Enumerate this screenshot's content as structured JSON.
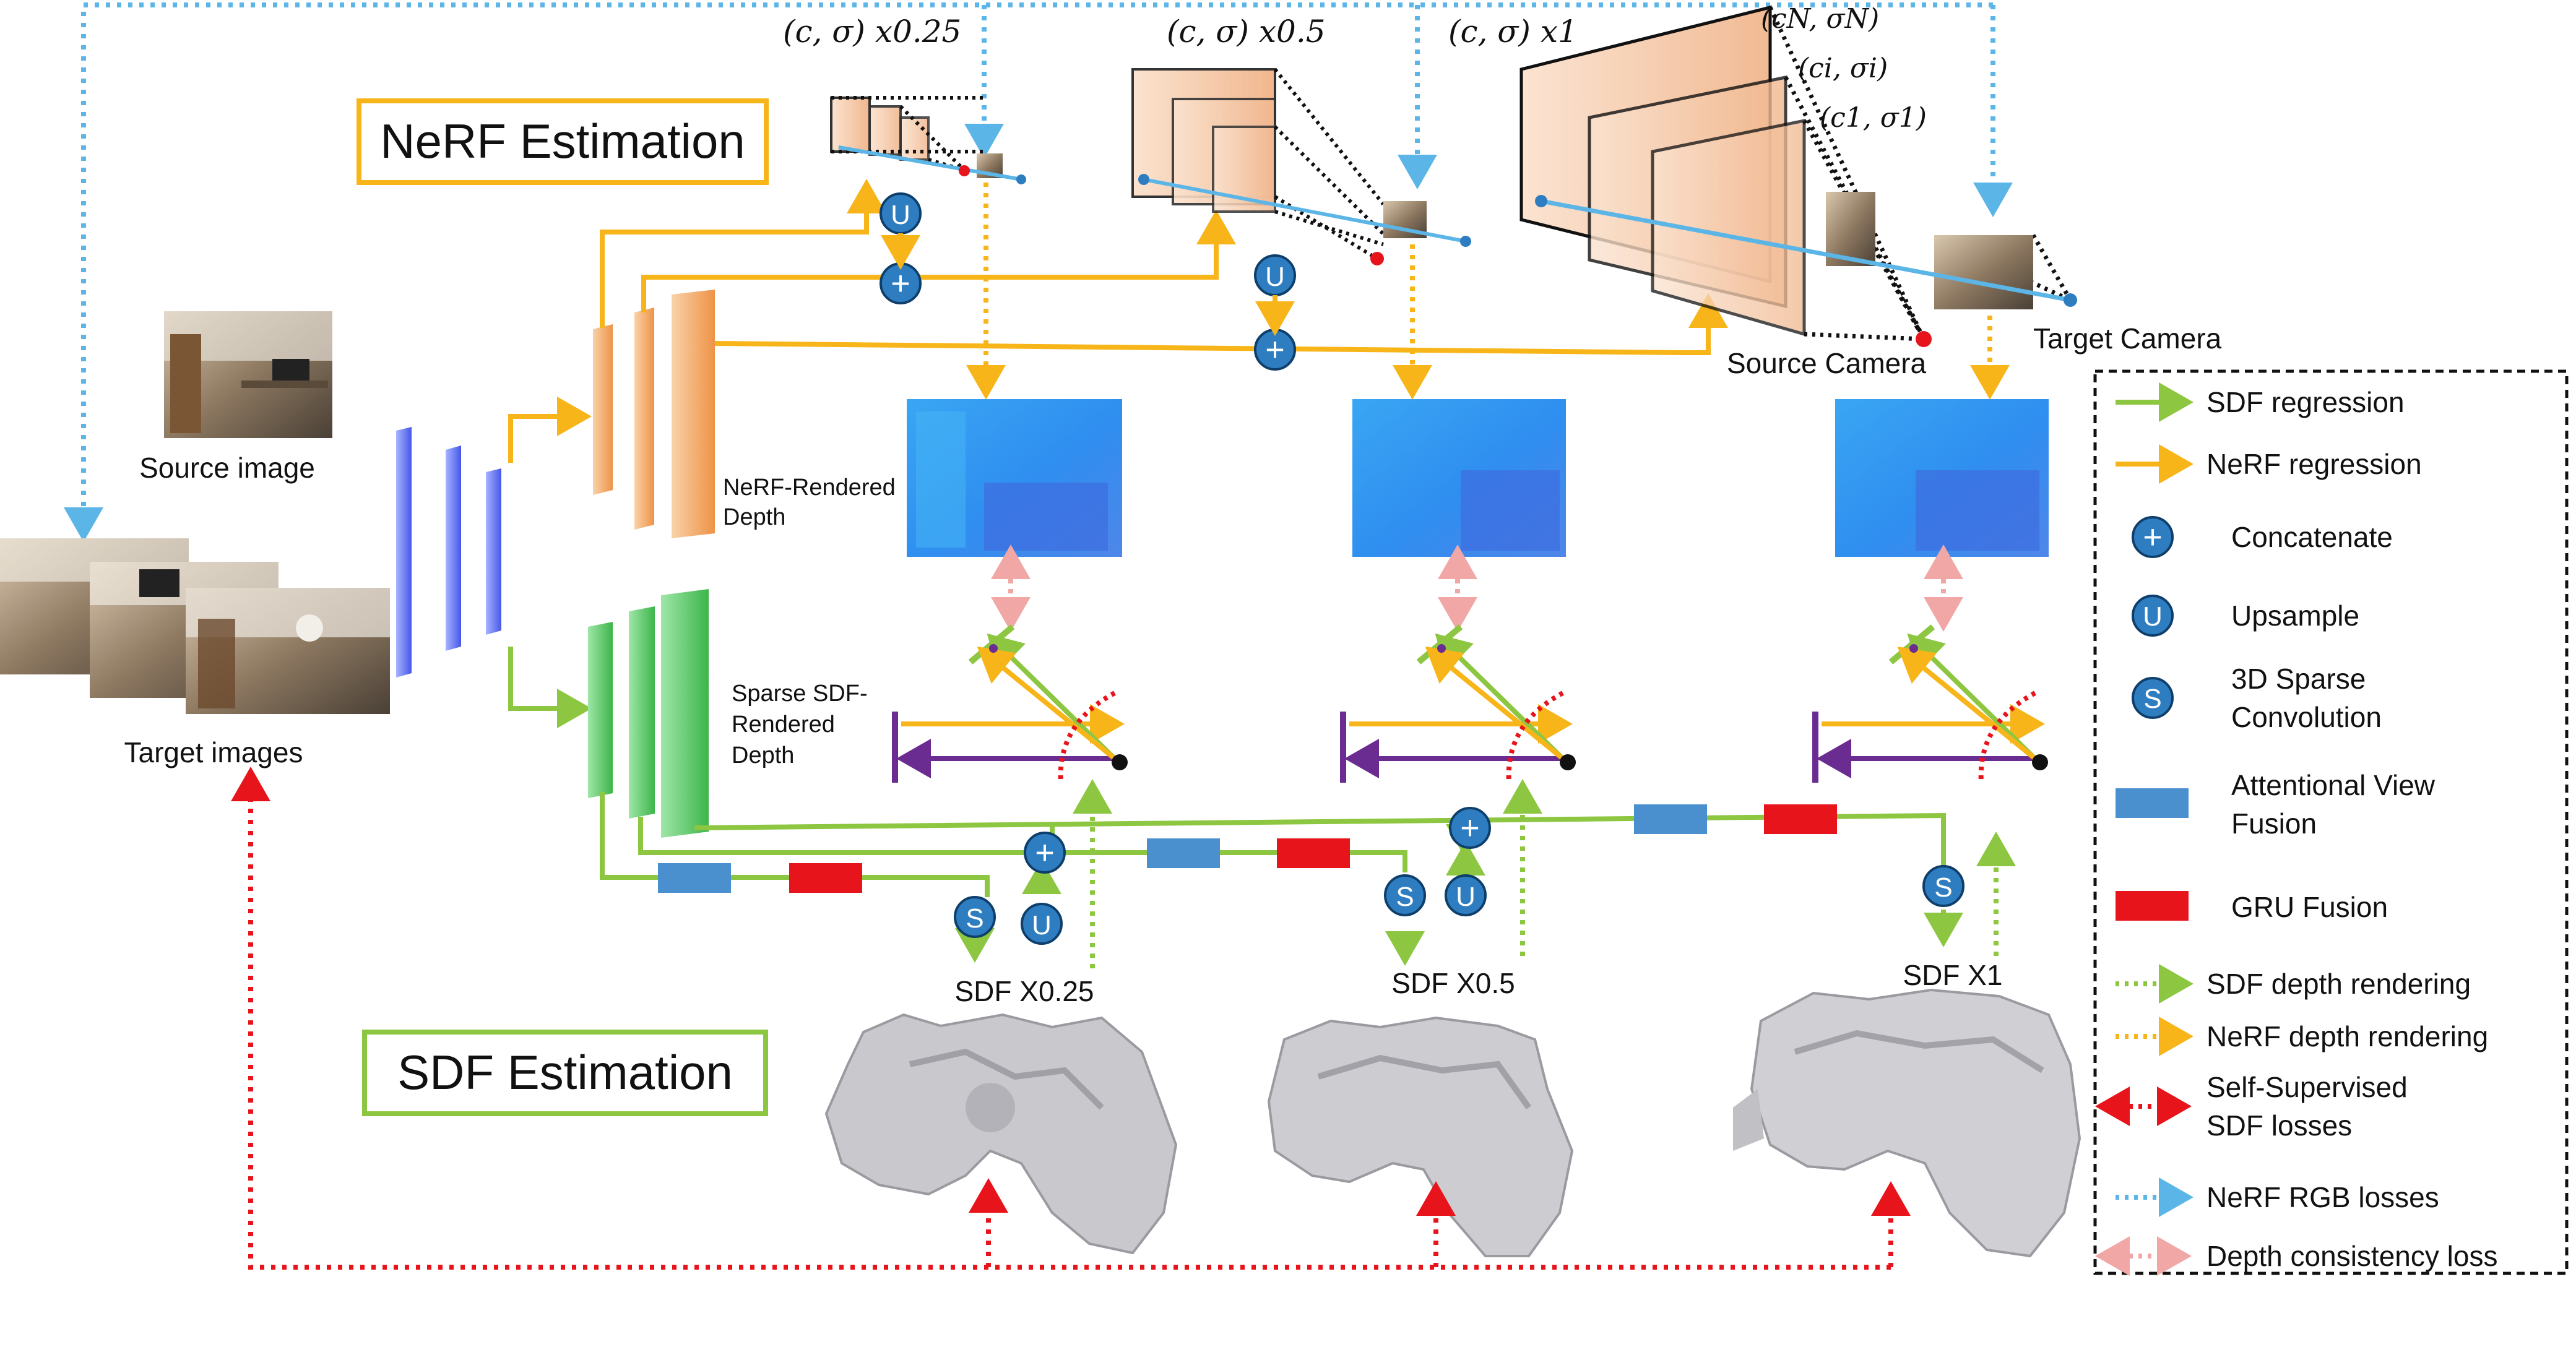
{
  "titles": {
    "nerf": "NeRF Estimation",
    "sdf": "SDF Estimation"
  },
  "inputs": {
    "source": "Source image",
    "target": "Target images"
  },
  "scales": {
    "nerf": [
      "(c, σ) x0.25",
      "(c, σ) x0.5",
      "(c, σ) x1"
    ],
    "sdf": [
      "SDF X0.25",
      "SDF X0.5",
      "SDF X1"
    ]
  },
  "samples": {
    "n": "(cN, σN)",
    "i": "(ci, σi)",
    "one": "(c1, σ1)"
  },
  "cameras": {
    "source": "Source  Camera",
    "target": "Target Camera"
  },
  "depth_labels": {
    "nerf_line1": "NeRF-Rendered",
    "nerf_line2": "Depth",
    "sdf_line1": "Sparse SDF-",
    "sdf_line2": "Rendered",
    "sdf_line3": "Depth"
  },
  "glyphs": {
    "upsample": "U",
    "sparse": "S",
    "concat": "+"
  },
  "legend": [
    {
      "type": "arrow-green",
      "lines": [
        "SDF regression"
      ]
    },
    {
      "type": "arrow-yellow",
      "lines": [
        "NeRF regression"
      ]
    },
    {
      "type": "concat",
      "lines": [
        "Concatenate"
      ]
    },
    {
      "type": "upsample",
      "lines": [
        "Upsample"
      ]
    },
    {
      "type": "sparse",
      "lines": [
        "3D Sparse",
        "Convolution"
      ]
    },
    {
      "type": "blue-rect",
      "lines": [
        "Attentional View",
        "Fusion"
      ]
    },
    {
      "type": "red-rect",
      "lines": [
        "GRU Fusion"
      ]
    },
    {
      "type": "dot-green",
      "lines": [
        "SDF depth rendering"
      ]
    },
    {
      "type": "dot-yellow",
      "lines": [
        "NeRF  depth rendering"
      ]
    },
    {
      "type": "dot-red",
      "lines": [
        "Self-Supervised",
        "SDF losses"
      ]
    },
    {
      "type": "dot-blue",
      "lines": [
        "NeRF RGB losses"
      ]
    },
    {
      "type": "dot-pink",
      "lines": [
        "Depth consistency loss"
      ]
    }
  ],
  "colors": {
    "green": "#8DC641",
    "yellow": "#F7B51A",
    "blue_arrow": "#5BB5E6",
    "red": "#E8141B",
    "pink": "#F2A7A7",
    "purple": "#6B2C91",
    "circle": "#2F7DC1",
    "depth_blue": "#2F8EF0",
    "view_fusion": "#4A90CF",
    "gru": "#E8141B"
  }
}
